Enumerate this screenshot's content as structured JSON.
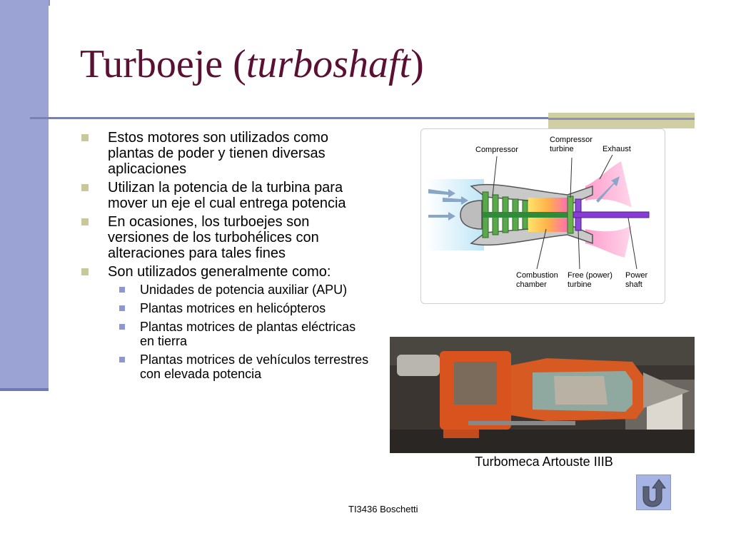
{
  "slide": {
    "title_main": "Turboeje (",
    "title_italic": "turboshaft",
    "title_close": ")",
    "bullets": [
      {
        "text": "Estos motores son utilizados como plantas de poder y tienen diversas aplicaciones"
      },
      {
        "text": "Utilizan la potencia de la turbina para mover un eje el cual entrega potencia"
      },
      {
        "text": "En ocasiones, los turboejes son versiones de los turbohélices con alteraciones para tales fines"
      },
      {
        "text": "Son utilizados generalmente como:"
      }
    ],
    "sub_bullets": [
      {
        "text": "Unidades de potencia auxiliar (APU)"
      },
      {
        "text": "Plantas motrices en helicópteros"
      },
      {
        "text": "Plantas motrices de plantas eléctricas en tierra"
      },
      {
        "text": "Plantas motrices de vehículos terrestres con elevada potencia"
      }
    ],
    "diagram_labels": {
      "compressor": "Compressor",
      "compressor_turbine_1": "Compressor",
      "compressor_turbine_2": "turbine",
      "exhaust": "Exhaust",
      "combustion_1": "Combustion",
      "combustion_2": "chamber",
      "free_turbine_1": "Free (power)",
      "free_turbine_2": "turbine",
      "power_shaft_1": "Power",
      "power_shaft_2": "shaft"
    },
    "photo_caption": "Turbomeca Artouste IIIB",
    "footer": "TI3436 Boschetti",
    "nav_icon": "return-arrow-icon",
    "colors": {
      "title": "#5a0f33",
      "left_bar": "#9aa3d4",
      "bullet_marker": "#c8c89a",
      "sub_bullet_marker": "#8f97d1",
      "nav_button": "#a6b4e3"
    }
  }
}
